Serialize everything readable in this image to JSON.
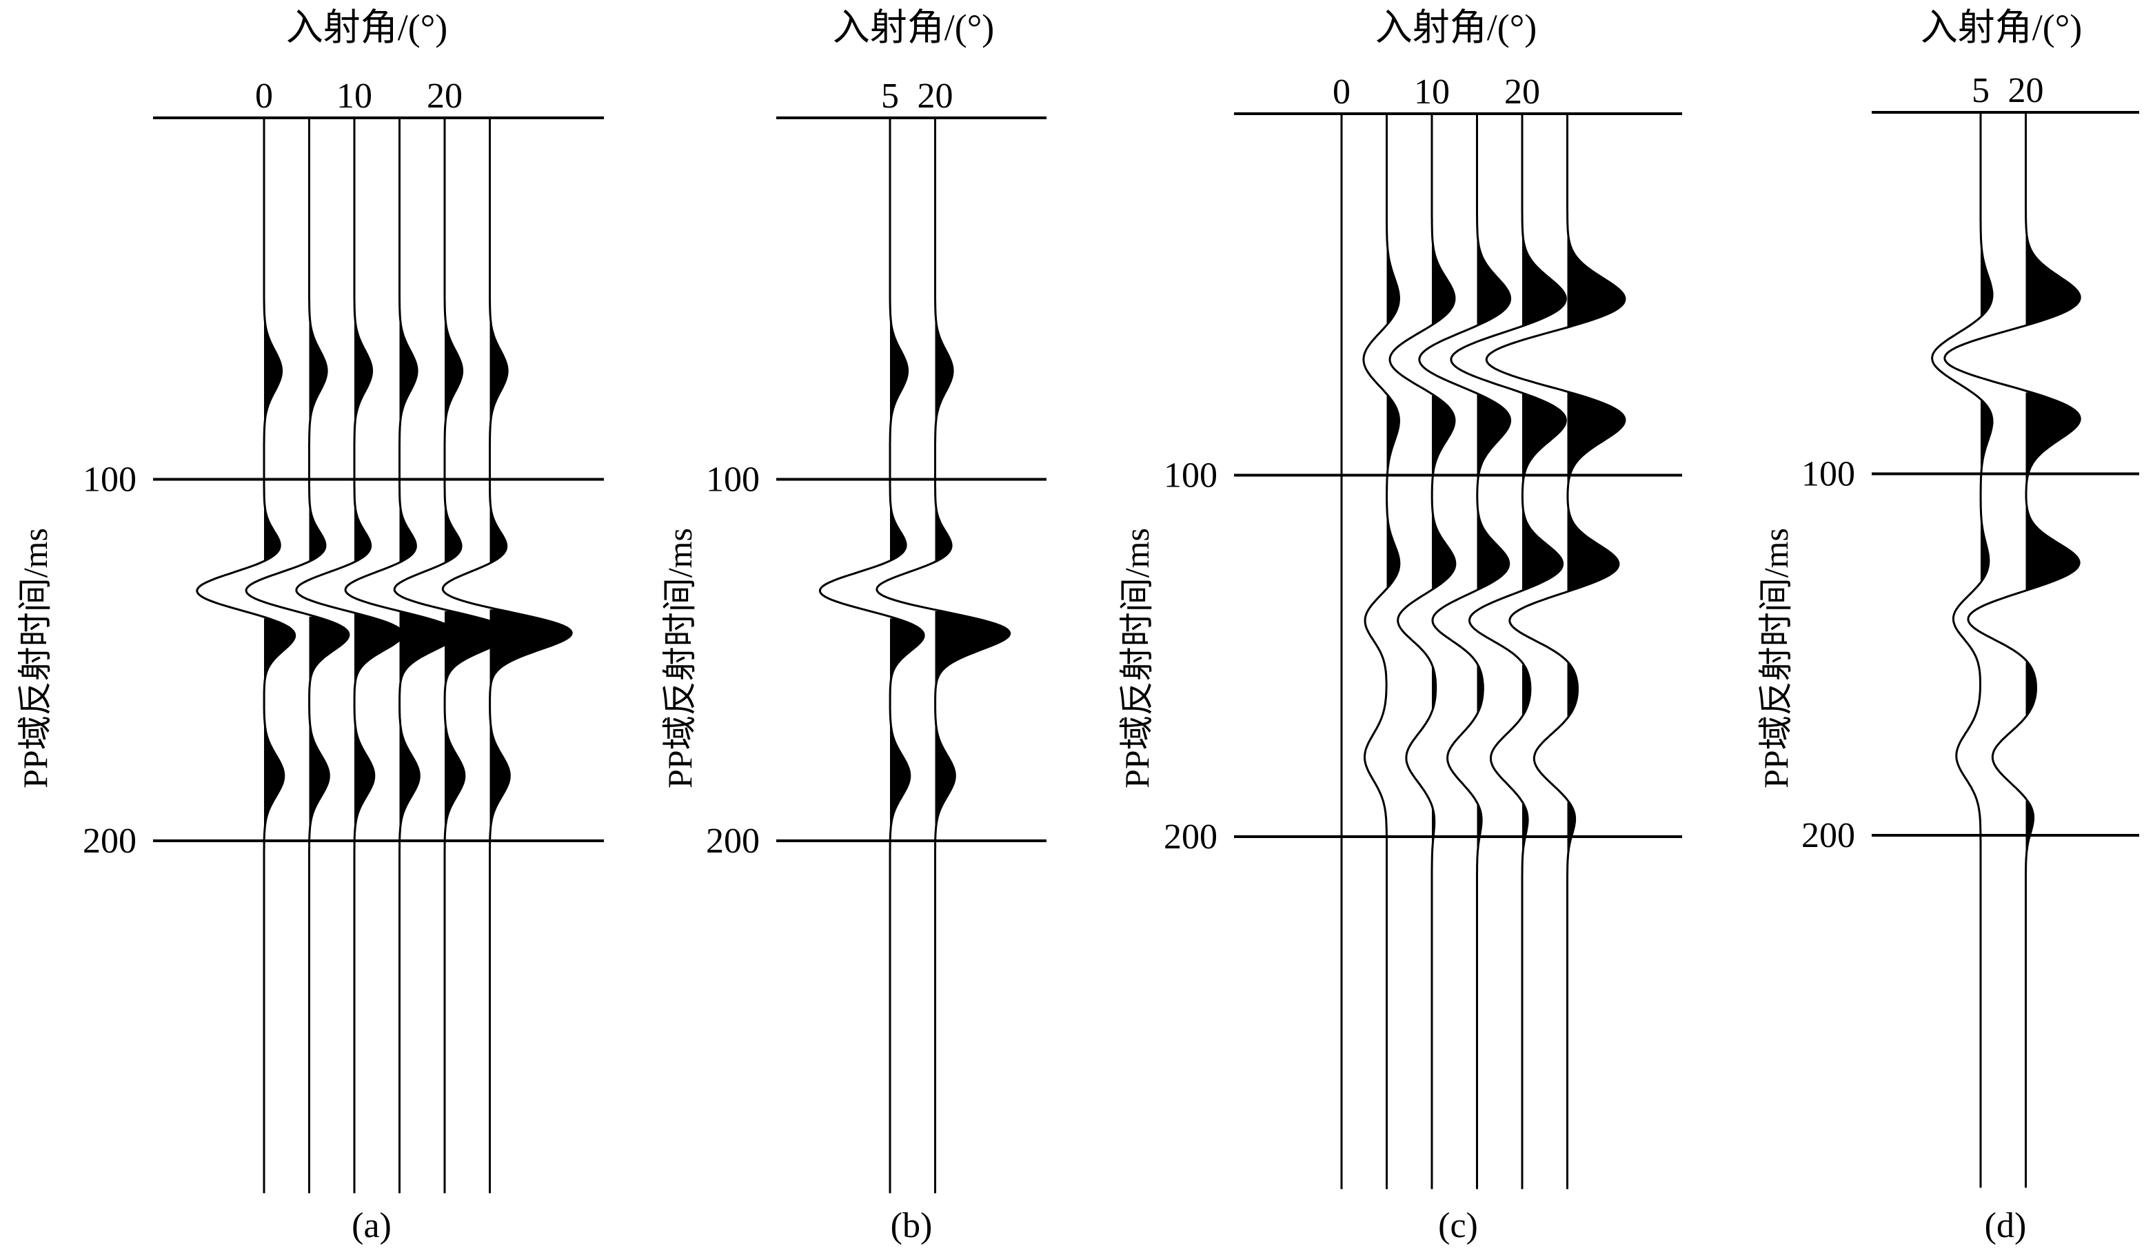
{
  "chart_data": [
    {
      "type": "seismic-gather",
      "panel_label": "(a)",
      "title": "入射角/(°)",
      "ylabel": "PP域反射时间/ms",
      "ylim": [
        0,
        300
      ],
      "y_ticks": [
        100,
        200
      ],
      "angles": [
        0,
        5,
        10,
        15,
        20,
        25
      ],
      "angle_tick_labels": [
        "0",
        "10",
        "20"
      ],
      "angle_tick_values": [
        0,
        10,
        20
      ],
      "events": [
        {
          "time": 70,
          "amps": [
            0.16,
            0.16,
            0.16,
            0.16,
            0.16,
            0.16
          ],
          "width": 8
        },
        {
          "time": 120,
          "amps": [
            0.18,
            0.18,
            0.18,
            0.18,
            0.18,
            0.18
          ],
          "width": 7
        },
        {
          "time": 131,
          "amps": [
            -0.65,
            -0.62,
            -0.58,
            -0.55,
            -0.52,
            -0.5
          ],
          "width": 7
        },
        {
          "time": 142,
          "amps": [
            0.32,
            0.4,
            0.48,
            0.56,
            0.64,
            0.78
          ],
          "width": 7
        },
        {
          "time": 182,
          "amps": [
            0.18,
            0.18,
            0.18,
            0.18,
            0.18,
            0.18
          ],
          "width": 8
        }
      ]
    },
    {
      "type": "seismic-gather",
      "panel_label": "(b)",
      "title": "入射角/(°)",
      "ylabel": "PP域反射时间/ms",
      "ylim": [
        0,
        300
      ],
      "y_ticks": [
        100,
        200
      ],
      "angles": [
        5,
        20
      ],
      "angle_tick_labels": [
        "5",
        "20"
      ],
      "angle_tick_values": [
        5,
        20
      ],
      "events": [
        {
          "time": 70,
          "amps": [
            0.16,
            0.16
          ],
          "width": 8
        },
        {
          "time": 120,
          "amps": [
            0.18,
            0.18
          ],
          "width": 7
        },
        {
          "time": 131,
          "amps": [
            -0.68,
            -0.6
          ],
          "width": 7
        },
        {
          "time": 142,
          "amps": [
            0.35,
            0.72
          ],
          "width": 7
        },
        {
          "time": 182,
          "amps": [
            0.18,
            0.18
          ],
          "width": 8
        }
      ]
    },
    {
      "type": "seismic-gather",
      "panel_label": "(c)",
      "title": "入射角/(°)",
      "ylabel": "PP域反射时间/ms",
      "ylim": [
        0,
        300
      ],
      "y_ticks": [
        100,
        200
      ],
      "angles": [
        0,
        5,
        10,
        15,
        20,
        25
      ],
      "angle_tick_labels": [
        "0",
        "10",
        "20"
      ],
      "angle_tick_values": [
        0,
        10,
        20
      ],
      "events": [
        {
          "time": 52,
          "amps": [
            0.0,
            0.12,
            0.22,
            0.32,
            0.42,
            0.55
          ],
          "width": 9
        },
        {
          "time": 68,
          "amps": [
            0.0,
            -0.22,
            -0.4,
            -0.55,
            -0.68,
            -0.78
          ],
          "width": 9
        },
        {
          "time": 84,
          "amps": [
            0.0,
            0.12,
            0.22,
            0.32,
            0.42,
            0.55
          ],
          "width": 9
        },
        {
          "time": 125,
          "amps": [
            0.0,
            0.12,
            0.22,
            0.3,
            0.38,
            0.48
          ],
          "width": 8
        },
        {
          "time": 140,
          "amps": [
            0.0,
            -0.2,
            -0.32,
            -0.42,
            -0.5,
            -0.55
          ],
          "width": 8
        },
        {
          "time": 160,
          "amps": [
            0.0,
            0.0,
            0.04,
            0.06,
            0.08,
            0.1
          ],
          "width": 14
        },
        {
          "time": 178,
          "amps": [
            0.0,
            -0.2,
            -0.24,
            -0.28,
            -0.3,
            -0.32
          ],
          "width": 9
        },
        {
          "time": 194,
          "amps": [
            0.0,
            0.0,
            0.03,
            0.05,
            0.06,
            0.08
          ],
          "width": 7
        }
      ]
    },
    {
      "type": "seismic-gather",
      "panel_label": "(d)",
      "title": "入射角/(°)",
      "ylabel": "PP域反射时间/ms",
      "ylim": [
        0,
        300
      ],
      "y_ticks": [
        100,
        200
      ],
      "angles": [
        5,
        20
      ],
      "angle_tick_labels": [
        "5",
        "20"
      ],
      "angle_tick_values": [
        5,
        20
      ],
      "events": [
        {
          "time": 52,
          "amps": [
            0.12,
            0.52
          ],
          "width": 9
        },
        {
          "time": 68,
          "amps": [
            -0.45,
            -0.78
          ],
          "width": 9
        },
        {
          "time": 84,
          "amps": [
            0.12,
            0.52
          ],
          "width": 9
        },
        {
          "time": 125,
          "amps": [
            0.08,
            0.5
          ],
          "width": 8
        },
        {
          "time": 140,
          "amps": [
            -0.25,
            -0.55
          ],
          "width": 8
        },
        {
          "time": 160,
          "amps": [
            0.0,
            0.1
          ],
          "width": 14
        },
        {
          "time": 178,
          "amps": [
            -0.22,
            -0.32
          ],
          "width": 9
        },
        {
          "time": 194,
          "amps": [
            0.0,
            0.08
          ],
          "width": 7
        }
      ]
    }
  ]
}
